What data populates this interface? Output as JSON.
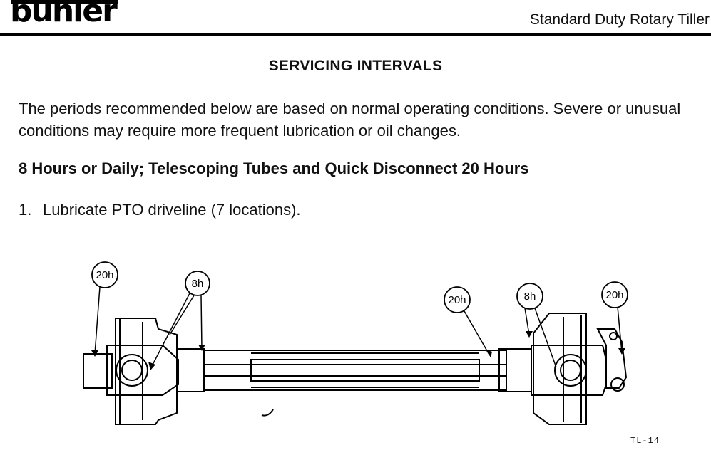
{
  "header": {
    "logo_text": "buhler",
    "doc_title": "Standard Duty Rotary Tiller"
  },
  "section": {
    "title": "SERVICING INTERVALS",
    "intro": "The periods recommended below are based on normal operating conditions.  Severe or unusual conditions may require more frequent lubrication or oil changes.",
    "subheading": "8 Hours or Daily;  Telescoping Tubes and Quick Disconnect 20 Hours",
    "steps": [
      {
        "number": "1.",
        "text": "Lubricate PTO driveline (7 locations)."
      }
    ]
  },
  "diagram": {
    "callouts": [
      "20h",
      "8h",
      "20h",
      "8h",
      "20h"
    ],
    "figure_label": "TL-14"
  }
}
